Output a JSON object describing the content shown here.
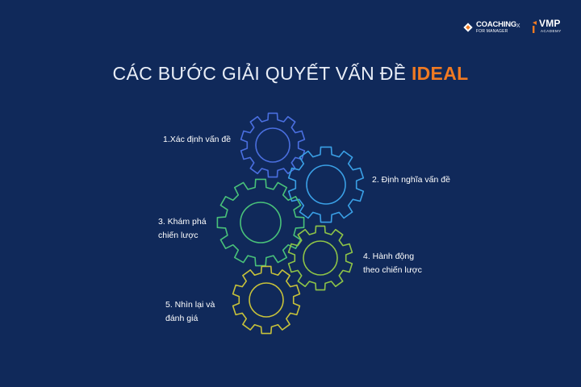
{
  "header": {
    "logo_left_line1": "COACHING",
    "logo_left_line2": "FOR MANAGER",
    "separator": "x",
    "logo_right_line1": "VMP",
    "logo_right_line2": "ACADEMY"
  },
  "title": {
    "main": "CÁC BƯỚC GIẢI QUYẾT VẤN ĐỀ",
    "accent": "IDEAL"
  },
  "steps": [
    {
      "lines": [
        "1.Xác định vấn đề"
      ],
      "color": "#4a6fe0"
    },
    {
      "lines": [
        "2. Định nghĩa vấn đề"
      ],
      "color": "#3aa0e6"
    },
    {
      "lines": [
        "3. Khám phá",
        "chiến lược"
      ],
      "color": "#49c27a"
    },
    {
      "lines": [
        "4. Hành động",
        "theo chiến lược"
      ],
      "color": "#8ec447"
    },
    {
      "lines": [
        "5. Nhìn lại và",
        "đánh giá"
      ],
      "color": "#c7c23a"
    }
  ],
  "colors": {
    "background": "#10295a",
    "accent": "#f07a22"
  }
}
